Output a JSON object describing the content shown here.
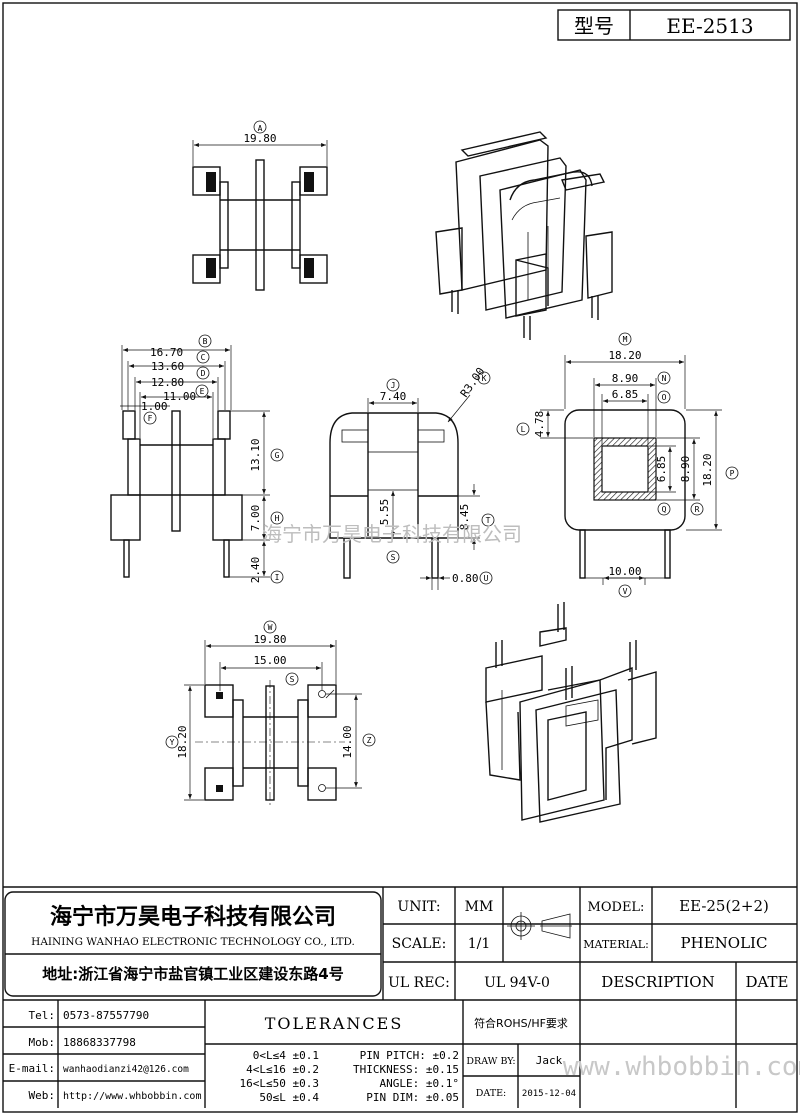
{
  "model_box": {
    "label": "型号",
    "value": "EE-2513"
  },
  "watermark": "海宁市万昊电子科技有限公司",
  "views": {
    "top": {
      "dims": {
        "a": "19.80"
      },
      "tags": {
        "a": "A"
      }
    },
    "side": {
      "dims": {
        "b": "16.70",
        "c": "13.60",
        "d": "12.80",
        "e": "11.00",
        "f": "1.00",
        "g": "13.10",
        "h": "7.00",
        "i": "2.40"
      },
      "tags": {
        "b": "B",
        "c": "C",
        "d": "D",
        "e": "E",
        "f": "F",
        "g": "G",
        "h": "H",
        "i": "I"
      }
    },
    "front": {
      "dims": {
        "j": "7.40",
        "k": "R3.00",
        "s": "5.55",
        "t": "8.45",
        "u": "0.80"
      },
      "tags": {
        "j": "J",
        "k": "K",
        "s": "S",
        "t": "T",
        "u": "U"
      }
    },
    "window": {
      "dims": {
        "m": "18.20",
        "n": "8.90",
        "o": "6.85",
        "l": "4.78",
        "p": "18.20",
        "q": "6.85",
        "r": "8.90",
        "v": "10.00"
      },
      "tags": {
        "m": "M",
        "n": "N",
        "o": "O",
        "l": "L",
        "p": "P",
        "q": "Q",
        "r": "R",
        "v": "V"
      }
    },
    "bottom": {
      "dims": {
        "w": "19.80",
        "s": "15.00",
        "y": "18.20",
        "z": "14.00"
      },
      "tags": {
        "w": "W",
        "s": "S",
        "y": "Y",
        "z": "Z"
      }
    }
  },
  "company": {
    "name_cn": "海宁市万昊电子科技有限公司",
    "name_en": "HAINING WANHAO ELECTRONIC TECHNOLOGY CO., LTD.",
    "address": "地址:浙江省海宁市盐官镇工业区建设东路4号"
  },
  "contacts": [
    {
      "label": "Tel:",
      "value": "0573-87557790"
    },
    {
      "label": "Mob:",
      "value": "18868337798"
    },
    {
      "label": "E-mail:",
      "value": "wanhaodianzi42@126.com"
    },
    {
      "label": "Web:",
      "value": "http://www.whbobbin.com"
    }
  ],
  "spec": {
    "unit_label": "UNIT:",
    "unit_value": "MM",
    "scale_label": "SCALE:",
    "scale_value": "1/1",
    "ulrec_label": "UL REC:",
    "ulrec_value": "UL 94V-0",
    "model_label": "MODEL:",
    "model_value": "EE-25(2+2)",
    "material_label": "MATERIAL:",
    "material_value": "PHENOLIC",
    "description_header": "DESCRIPTION",
    "date_header": "DATE",
    "rohs": "符合ROHS/HF要求",
    "drawby_label": "DRAW BY:",
    "drawby_value": "Jack",
    "date_label": "DATE:",
    "date_value": "2015-12-04"
  },
  "tolerances": {
    "title": "TOLERANCES",
    "ranges": [
      "0<L≤4 ±0.1",
      "4<L≤16 ±0.2",
      "16<L≤50 ±0.3",
      "50≤L ±0.4"
    ],
    "specs": [
      "PIN PITCH: ±0.2",
      "THICKNESS: ±0.15",
      "ANGLE: ±0.1°",
      "PIN DIM: ±0.05"
    ]
  },
  "footer_watermark": "www.whbobbin.com"
}
